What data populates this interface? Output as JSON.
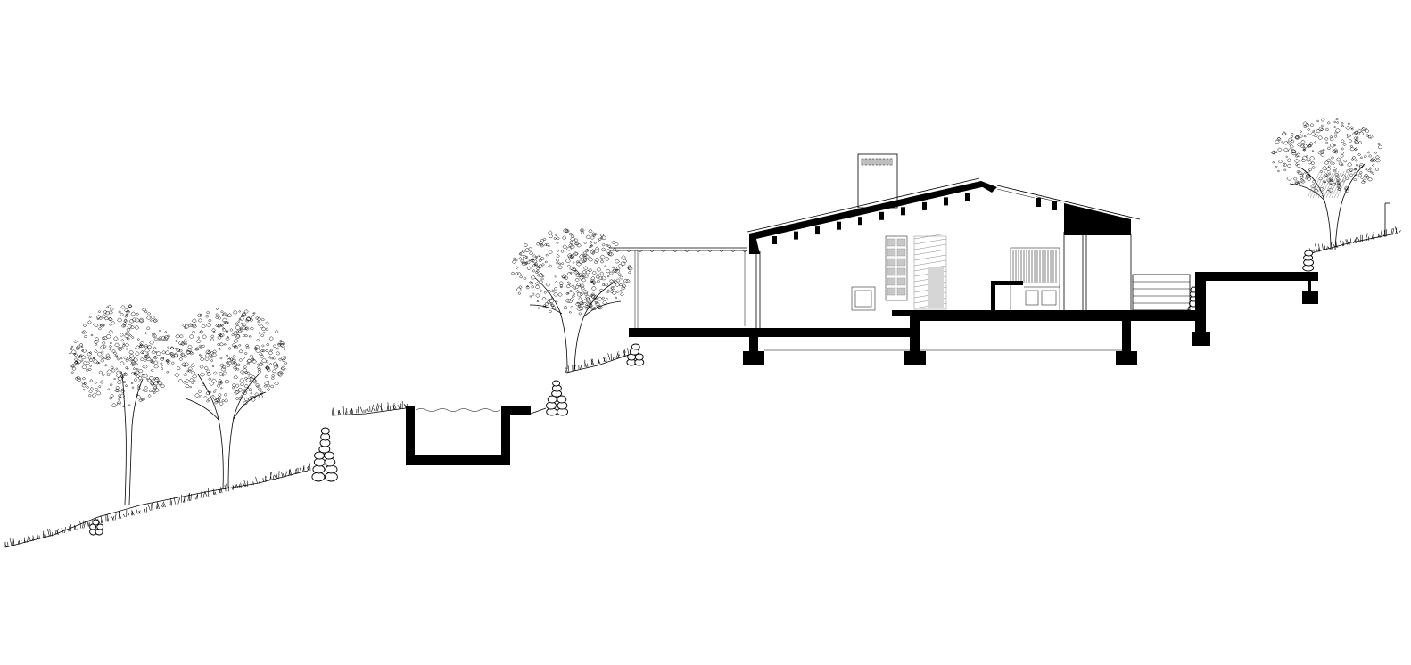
{
  "drawing": {
    "type": "architectural-site-section",
    "ink_color": "#000000",
    "paper_color": "#ffffff",
    "hatch_color": "#888888",
    "elements": [
      "terrain-slope",
      "grass-tufts",
      "tree-far-left",
      "tree-left",
      "stone-cairn-small",
      "stone-cairn-large",
      "stone-cairn-middle",
      "stone-cairn-near-terrace",
      "stone-cairn-right",
      "stone-cairn-far-right",
      "pool-basin",
      "tree-terrace",
      "pergola",
      "house-section",
      "chimney",
      "roof-slab",
      "floor-slabs",
      "footings",
      "kitchen-unit",
      "steps",
      "upper-terrace",
      "tree-far-right",
      "fence-post"
    ]
  }
}
